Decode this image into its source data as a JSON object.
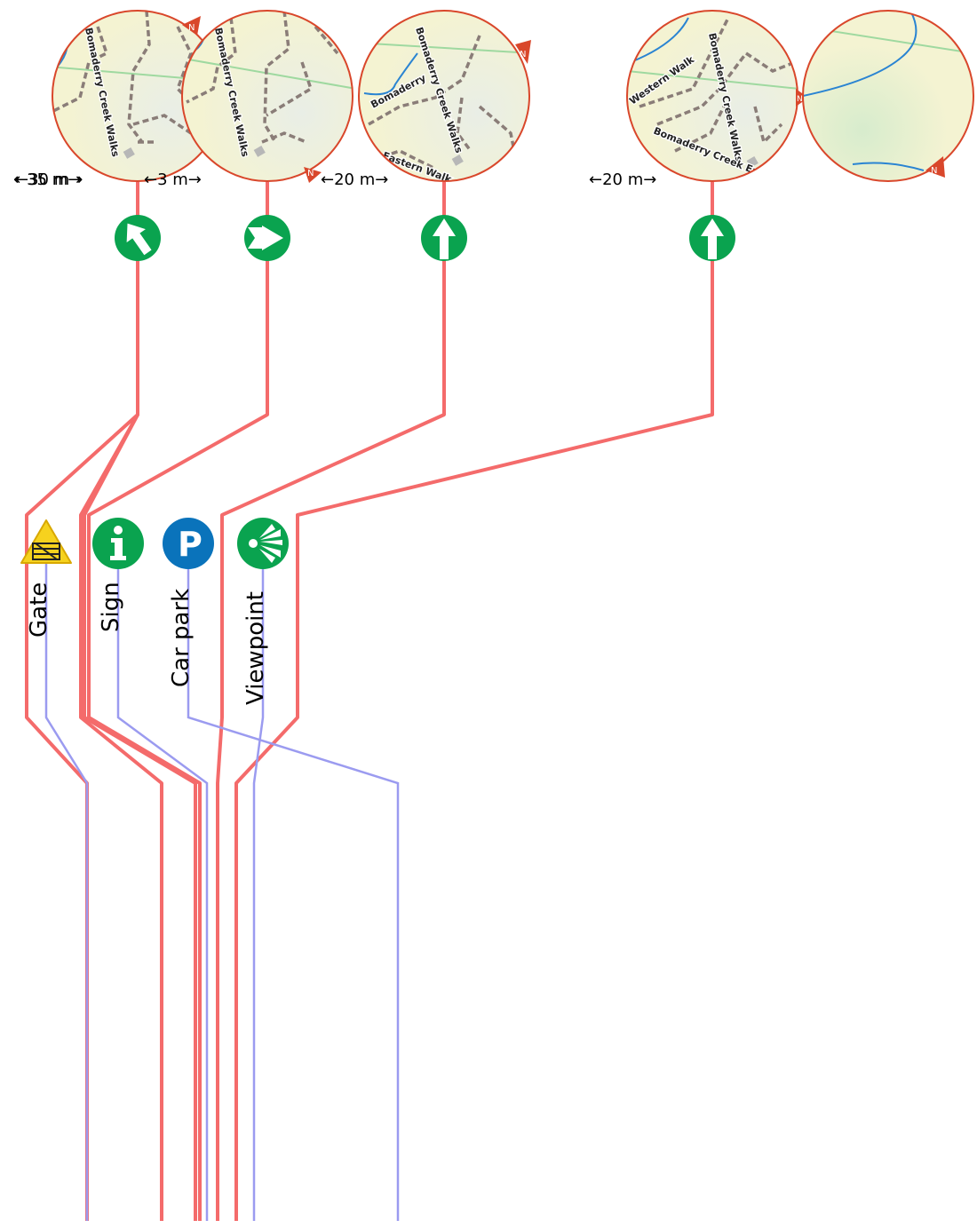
{
  "colors": {
    "route": "#f46b6b",
    "branch": "#9b9bf0",
    "map_bg": "#f4f3d2",
    "map_border": "#d9472b",
    "track": "#8a7d78",
    "water": "#2a84d2",
    "boundary": "#9fd9a0",
    "turn_green": "#0aa34f",
    "parking_blue": "#0a73bb",
    "warning_yellow": "#f6d21e"
  },
  "maps": [
    {
      "id": "map-1",
      "labels": [
        "Bomaderry Creek Walks"
      ]
    },
    {
      "id": "map-2",
      "labels": [
        "Bomaderry Creek Walks"
      ]
    },
    {
      "id": "map-3",
      "labels": [
        "Bomaderry Creek Walks",
        "Bomaderry",
        "Eastern Walk"
      ]
    },
    {
      "id": "map-4",
      "labels": [
        "Bomaderry Creek Walks",
        "Western Walk",
        "Bomaderry Creek Eastern Walk"
      ]
    },
    {
      "id": "map-5",
      "labels": []
    }
  ],
  "compass_letter": "N",
  "distances": {
    "d1": "←35 m→",
    "d1_overlap": "←30 m→",
    "d2": "←3 m→",
    "d3": "←20 m→",
    "d4": "←20 m→"
  },
  "turns": [
    {
      "id": "turn-1",
      "icon": "turn-slight-left-icon",
      "angle": -35
    },
    {
      "id": "turn-2",
      "icon": "turn-right-icon",
      "angle": 90
    },
    {
      "id": "turn-3",
      "icon": "straight-ahead-icon",
      "angle": 0
    },
    {
      "id": "turn-4",
      "icon": "straight-ahead-icon",
      "angle": 0
    }
  ],
  "pois": [
    {
      "id": "gate",
      "label": "Gate",
      "icon": "gate-warning-icon"
    },
    {
      "id": "sign",
      "label": "Sign",
      "icon": "information-icon"
    },
    {
      "id": "car-park",
      "label": "Car park",
      "icon": "parking-icon"
    },
    {
      "id": "viewpoint",
      "label": "Viewpoint",
      "icon": "viewpoint-icon"
    }
  ]
}
